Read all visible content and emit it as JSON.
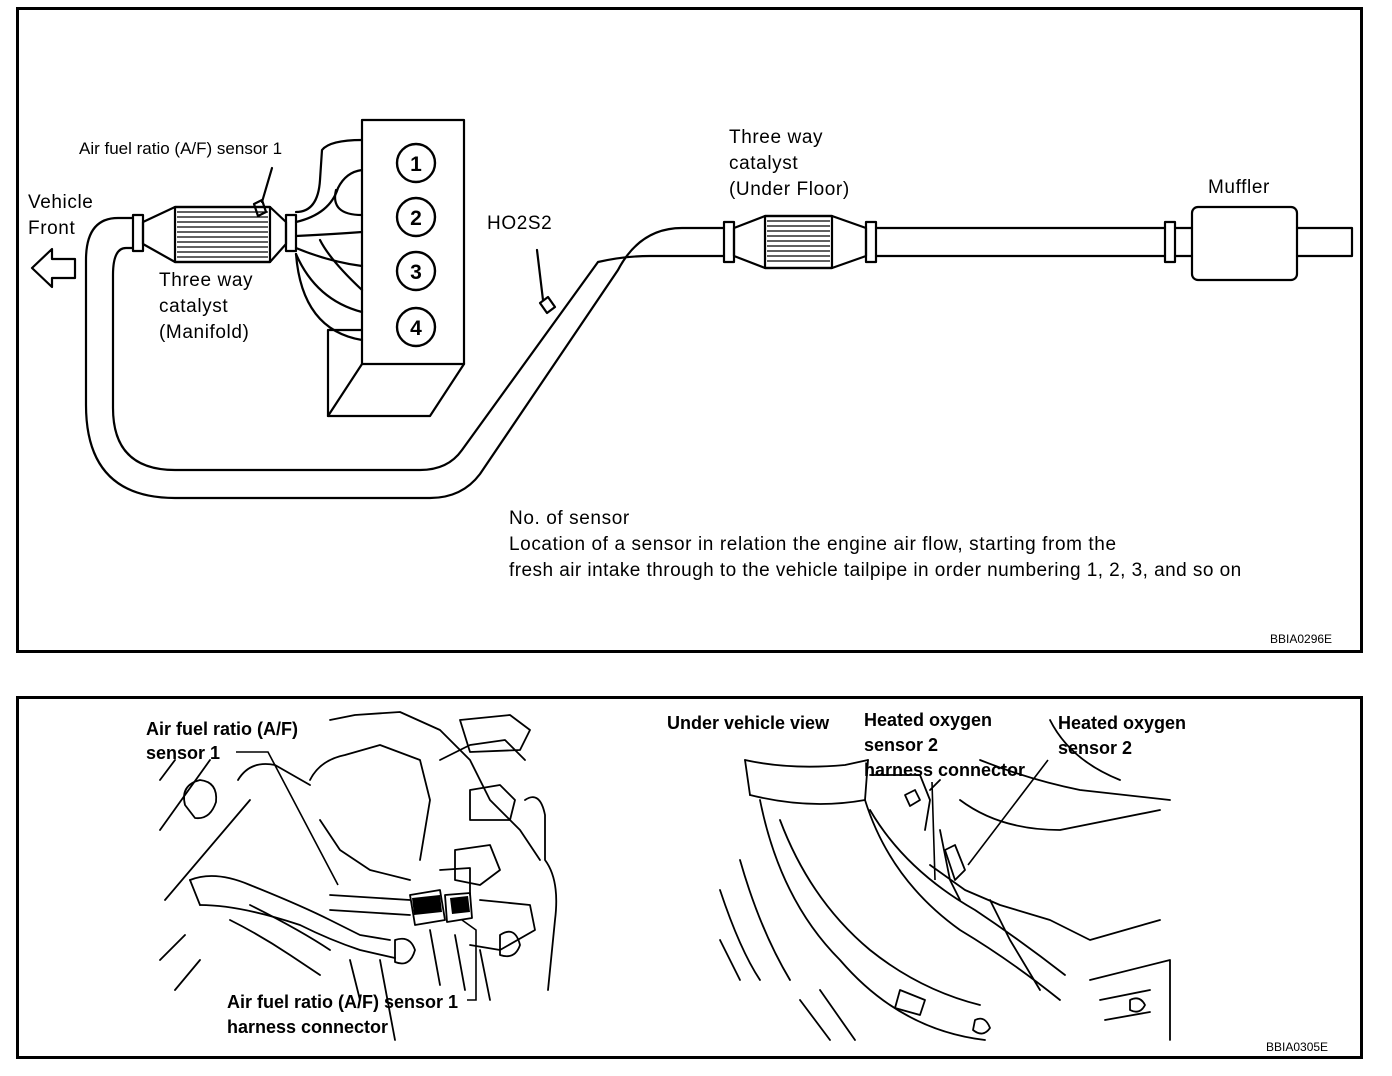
{
  "top_figure": {
    "vehicle_front": [
      "Vehicle",
      "Front"
    ],
    "af_sensor_label": "Air fuel ratio (A/F) sensor 1",
    "manifold_catalyst": [
      "Three way",
      "catalyst",
      "(Manifold)"
    ],
    "cylinders": [
      "1",
      "2",
      "3",
      "4"
    ],
    "ho2s2_label": "HO2S2",
    "underfloor_catalyst": [
      "Three way",
      "catalyst",
      "(Under Floor)"
    ],
    "muffler_label": "Muffler",
    "note": [
      "No. of sensor",
      "Location of a sensor in relation the engine air flow, starting from the",
      "fresh air intake through to the vehicle tailpipe in order numbering 1, 2, 3, and so on"
    ],
    "code": "BBIA0296E"
  },
  "bottom_figure": {
    "af_sensor": [
      "Air fuel ratio (A/F)",
      "sensor 1"
    ],
    "af_connector": [
      "Air fuel ratio (A/F) sensor 1",
      "harness connector"
    ],
    "view_label": "Under vehicle view",
    "ho2s2_connector": [
      "Heated oxygen",
      "sensor 2",
      "harness connector"
    ],
    "ho2s2": [
      "Heated oxygen",
      "sensor 2"
    ],
    "code": "BBIA0305E"
  }
}
